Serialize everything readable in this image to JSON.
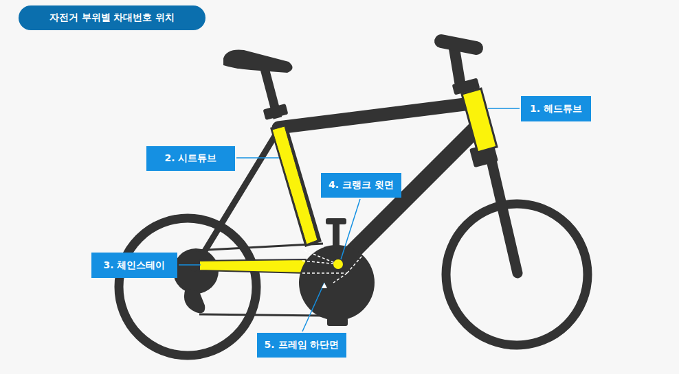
{
  "diagram": {
    "title": "자전거 부위별 차대번호 위치",
    "nodes": [
      {
        "text": [
          "1. 헤드튜브"
        ]
      },
      {
        "text": [
          "2. 시트튜브"
        ]
      },
      {
        "text": [
          "3. 체인스테이"
        ]
      },
      {
        "text": [
          "4. 크랭크 윗면"
        ]
      },
      {
        "text": [
          "5. 프레임 하단면"
        ]
      }
    ]
  }
}
